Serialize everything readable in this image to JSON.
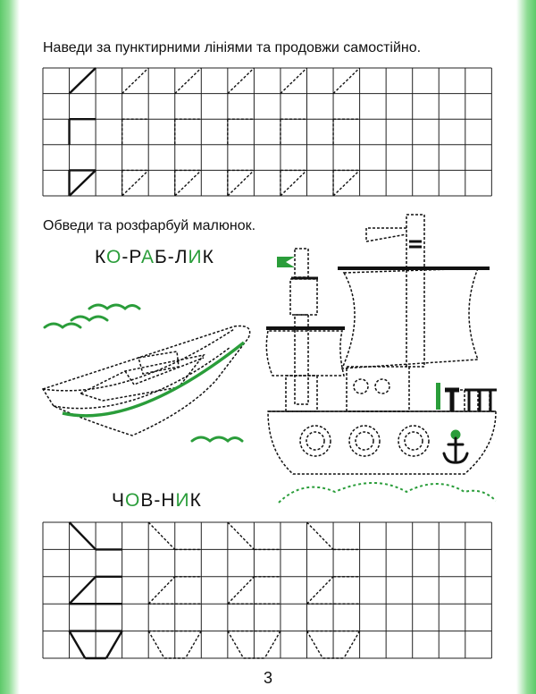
{
  "instructions": {
    "trace": "Наведи за пунктирними лініями та продовжи самостійно.",
    "color": "Обведи та розфарбуй малюнок."
  },
  "words": {
    "ship": {
      "parts": [
        {
          "t": "К",
          "vowel": false
        },
        {
          "t": "О",
          "vowel": true
        },
        {
          "t": "-Р",
          "vowel": false
        },
        {
          "t": "А",
          "vowel": true
        },
        {
          "t": "Б-Л",
          "vowel": false
        },
        {
          "t": "И",
          "vowel": true
        },
        {
          "t": "К",
          "vowel": false
        }
      ]
    },
    "boat": {
      "parts": [
        {
          "t": "Ч",
          "vowel": false
        },
        {
          "t": "О",
          "vowel": true
        },
        {
          "t": "В-Н",
          "vowel": false
        },
        {
          "t": "И",
          "vowel": true
        },
        {
          "t": "К",
          "vowel": false
        }
      ]
    }
  },
  "page_number": "3",
  "colors": {
    "accent_green": "#2a9d3a",
    "border_green": "#5ec96a",
    "grid": "#222222"
  },
  "icons": [
    "anchor-icon",
    "flag-icon",
    "bird-icon"
  ]
}
